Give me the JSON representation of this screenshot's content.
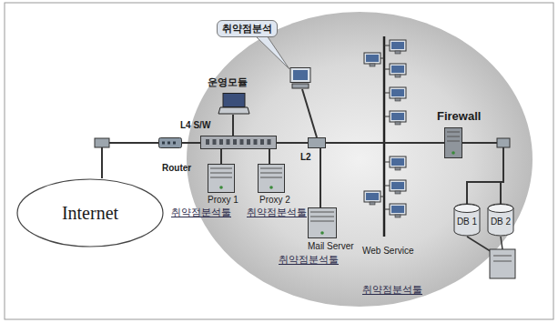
{
  "diagram": {
    "nodes": [
      {
        "text": [
          "Internet"
        ]
      },
      {
        "text": [
          "Router"
        ]
      },
      {
        "text": [
          "L4 S/W"
        ]
      },
      {
        "text": [
          "운영모듈"
        ]
      },
      {
        "text": [
          "취약점분석"
        ]
      },
      {
        "text": [
          "Proxy 1",
          "취약점분석툴"
        ]
      },
      {
        "text": [
          "Proxy 2",
          "취약점분석툴"
        ]
      },
      {
        "text": [
          "L2"
        ]
      },
      {
        "text": [
          "Mail Server",
          "취약점분석툴"
        ]
      },
      {
        "text": [
          "Web Service"
        ]
      },
      {
        "text": [
          "Firewall"
        ]
      },
      {
        "text": [
          "DB 1"
        ]
      },
      {
        "text": [
          "DB 2"
        ]
      }
    ],
    "edges": [
      {
        "from": 0,
        "to": 1,
        "arrow": "none"
      },
      {
        "from": 1,
        "to": 2,
        "arrow": "none"
      },
      {
        "from": 2,
        "to": 3,
        "arrow": "none"
      },
      {
        "from": 2,
        "to": 5,
        "arrow": "none"
      },
      {
        "from": 2,
        "to": 6,
        "arrow": "none"
      },
      {
        "from": 2,
        "to": 7,
        "arrow": "none"
      },
      {
        "from": 7,
        "to": 4,
        "arrow": "none"
      },
      {
        "from": 7,
        "to": 8,
        "arrow": "none"
      },
      {
        "from": 7,
        "to": 9,
        "arrow": "none"
      },
      {
        "from": 9,
        "to": 10,
        "arrow": "none"
      },
      {
        "from": 10,
        "to": 11,
        "arrow": "none"
      },
      {
        "from": 10,
        "to": 12,
        "arrow": "none"
      }
    ],
    "labels": [
      "취약점분석툴"
    ]
  }
}
